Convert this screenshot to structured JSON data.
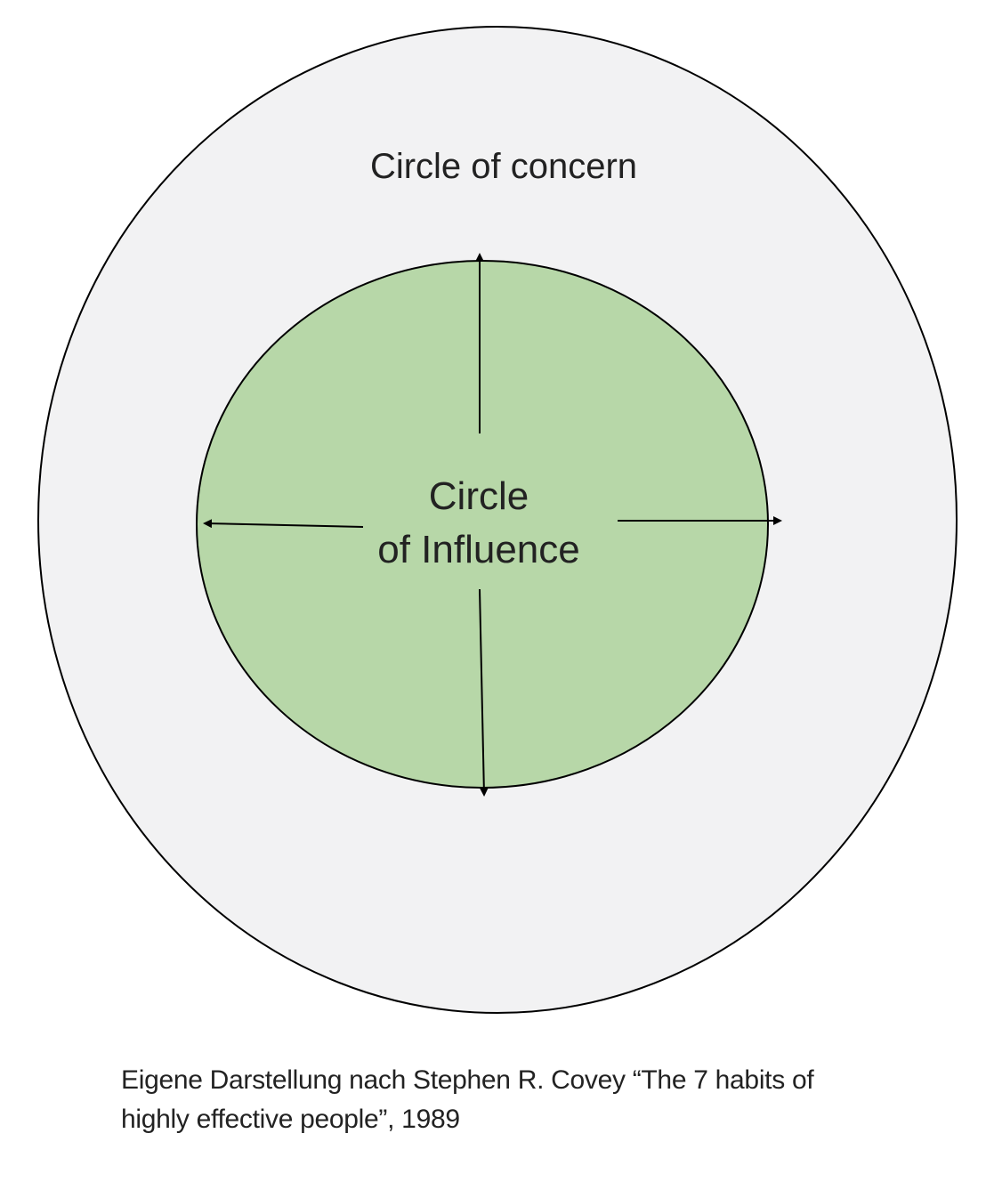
{
  "diagram": {
    "outer_label": "Circle of concern",
    "inner_label_line1": "Circle",
    "inner_label_line2": "of Influence",
    "colors": {
      "outer_fill": "#f2f2f3",
      "inner_fill": "#b7d7a8",
      "stroke": "#000000",
      "text": "#222222"
    }
  },
  "caption": {
    "line1": "Eigene Darstellung nach Stephen R. Covey “The 7 habits of",
    "line2": "highly effective people”, 1989"
  }
}
